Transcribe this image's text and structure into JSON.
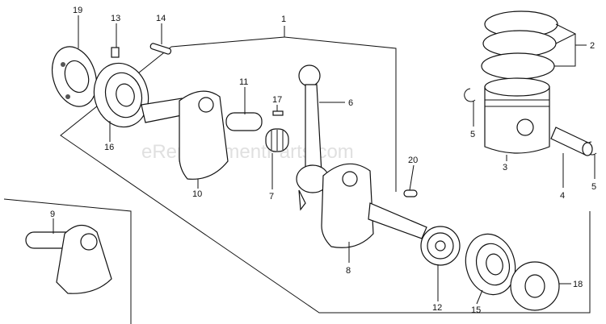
{
  "watermark": "eReplacementParts.com",
  "callouts": {
    "c1": "1",
    "c2": "2",
    "c3": "3",
    "c4": "4",
    "c5a": "5",
    "c5b": "5",
    "c6": "6",
    "c7": "7",
    "c8": "8",
    "c9": "9",
    "c10": "10",
    "c11": "11",
    "c12": "12",
    "c13": "13",
    "c14": "14",
    "c15": "15",
    "c16": "16",
    "c17": "17",
    "c18": "18",
    "c19": "19",
    "c20": "20"
  }
}
